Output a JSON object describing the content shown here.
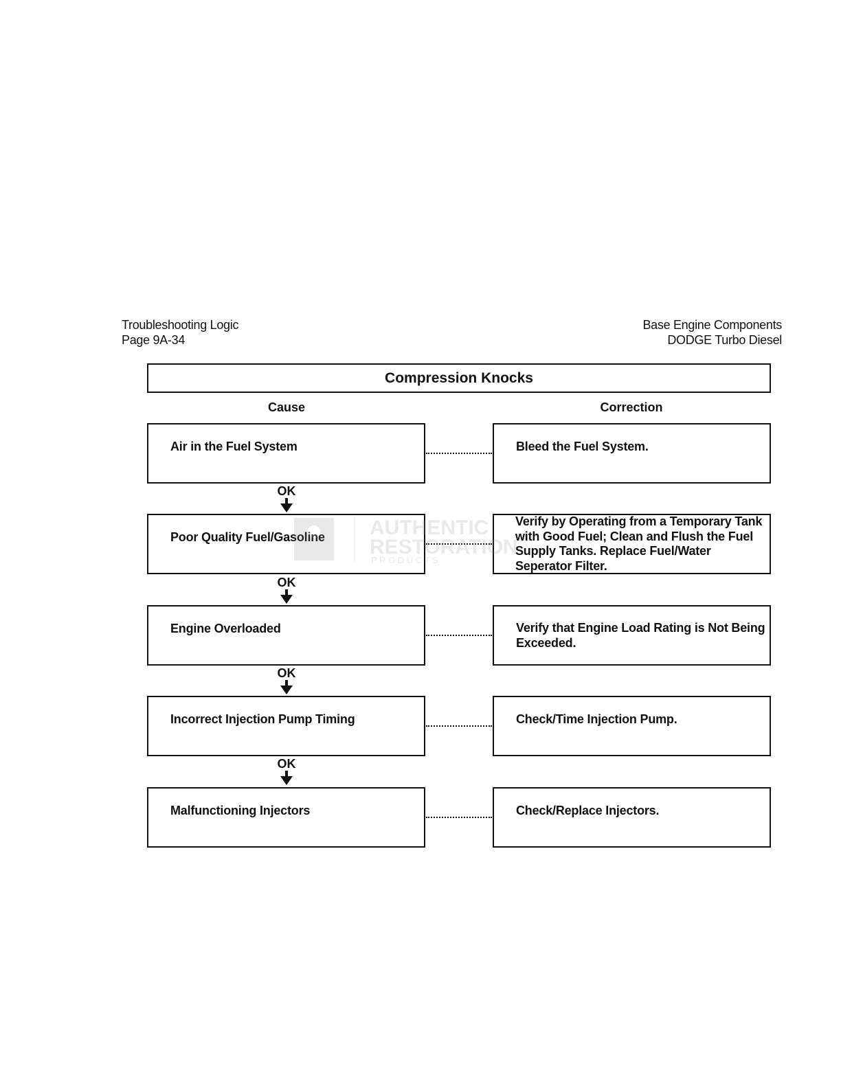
{
  "header": {
    "left_line1": "Troubleshooting Logic",
    "left_line2": "Page 9A-34",
    "right_line1": "Base Engine Components",
    "right_line2": "DODGE Turbo Diesel"
  },
  "title": "Compression Knocks",
  "columns": {
    "cause": "Cause",
    "correction": "Correction"
  },
  "steps": [
    {
      "cause": "Air in the Fuel System",
      "correction": "Bleed the Fuel System."
    },
    {
      "cause": "Poor Quality Fuel/Gasoline",
      "correction": "Verify by Operating from a Temporary Tank with Good Fuel; Clean and Flush the Fuel Supply Tanks. Replace Fuel/Water Seperator Filter."
    },
    {
      "cause": "Engine Overloaded",
      "correction": "Verify that Engine Load Rating is Not Being Exceeded."
    },
    {
      "cause": "Incorrect Injection Pump Timing",
      "correction": "Check/Time Injection Pump."
    },
    {
      "cause": "Malfunctioning Injectors",
      "correction": "Check/Replace Injectors."
    }
  ],
  "connectors": [
    "OK",
    "OK",
    "OK",
    "OK"
  ],
  "watermark": {
    "line1": "AUTHENTIC",
    "line2": "RESTORATION",
    "line3": "P R O D U C T S"
  }
}
